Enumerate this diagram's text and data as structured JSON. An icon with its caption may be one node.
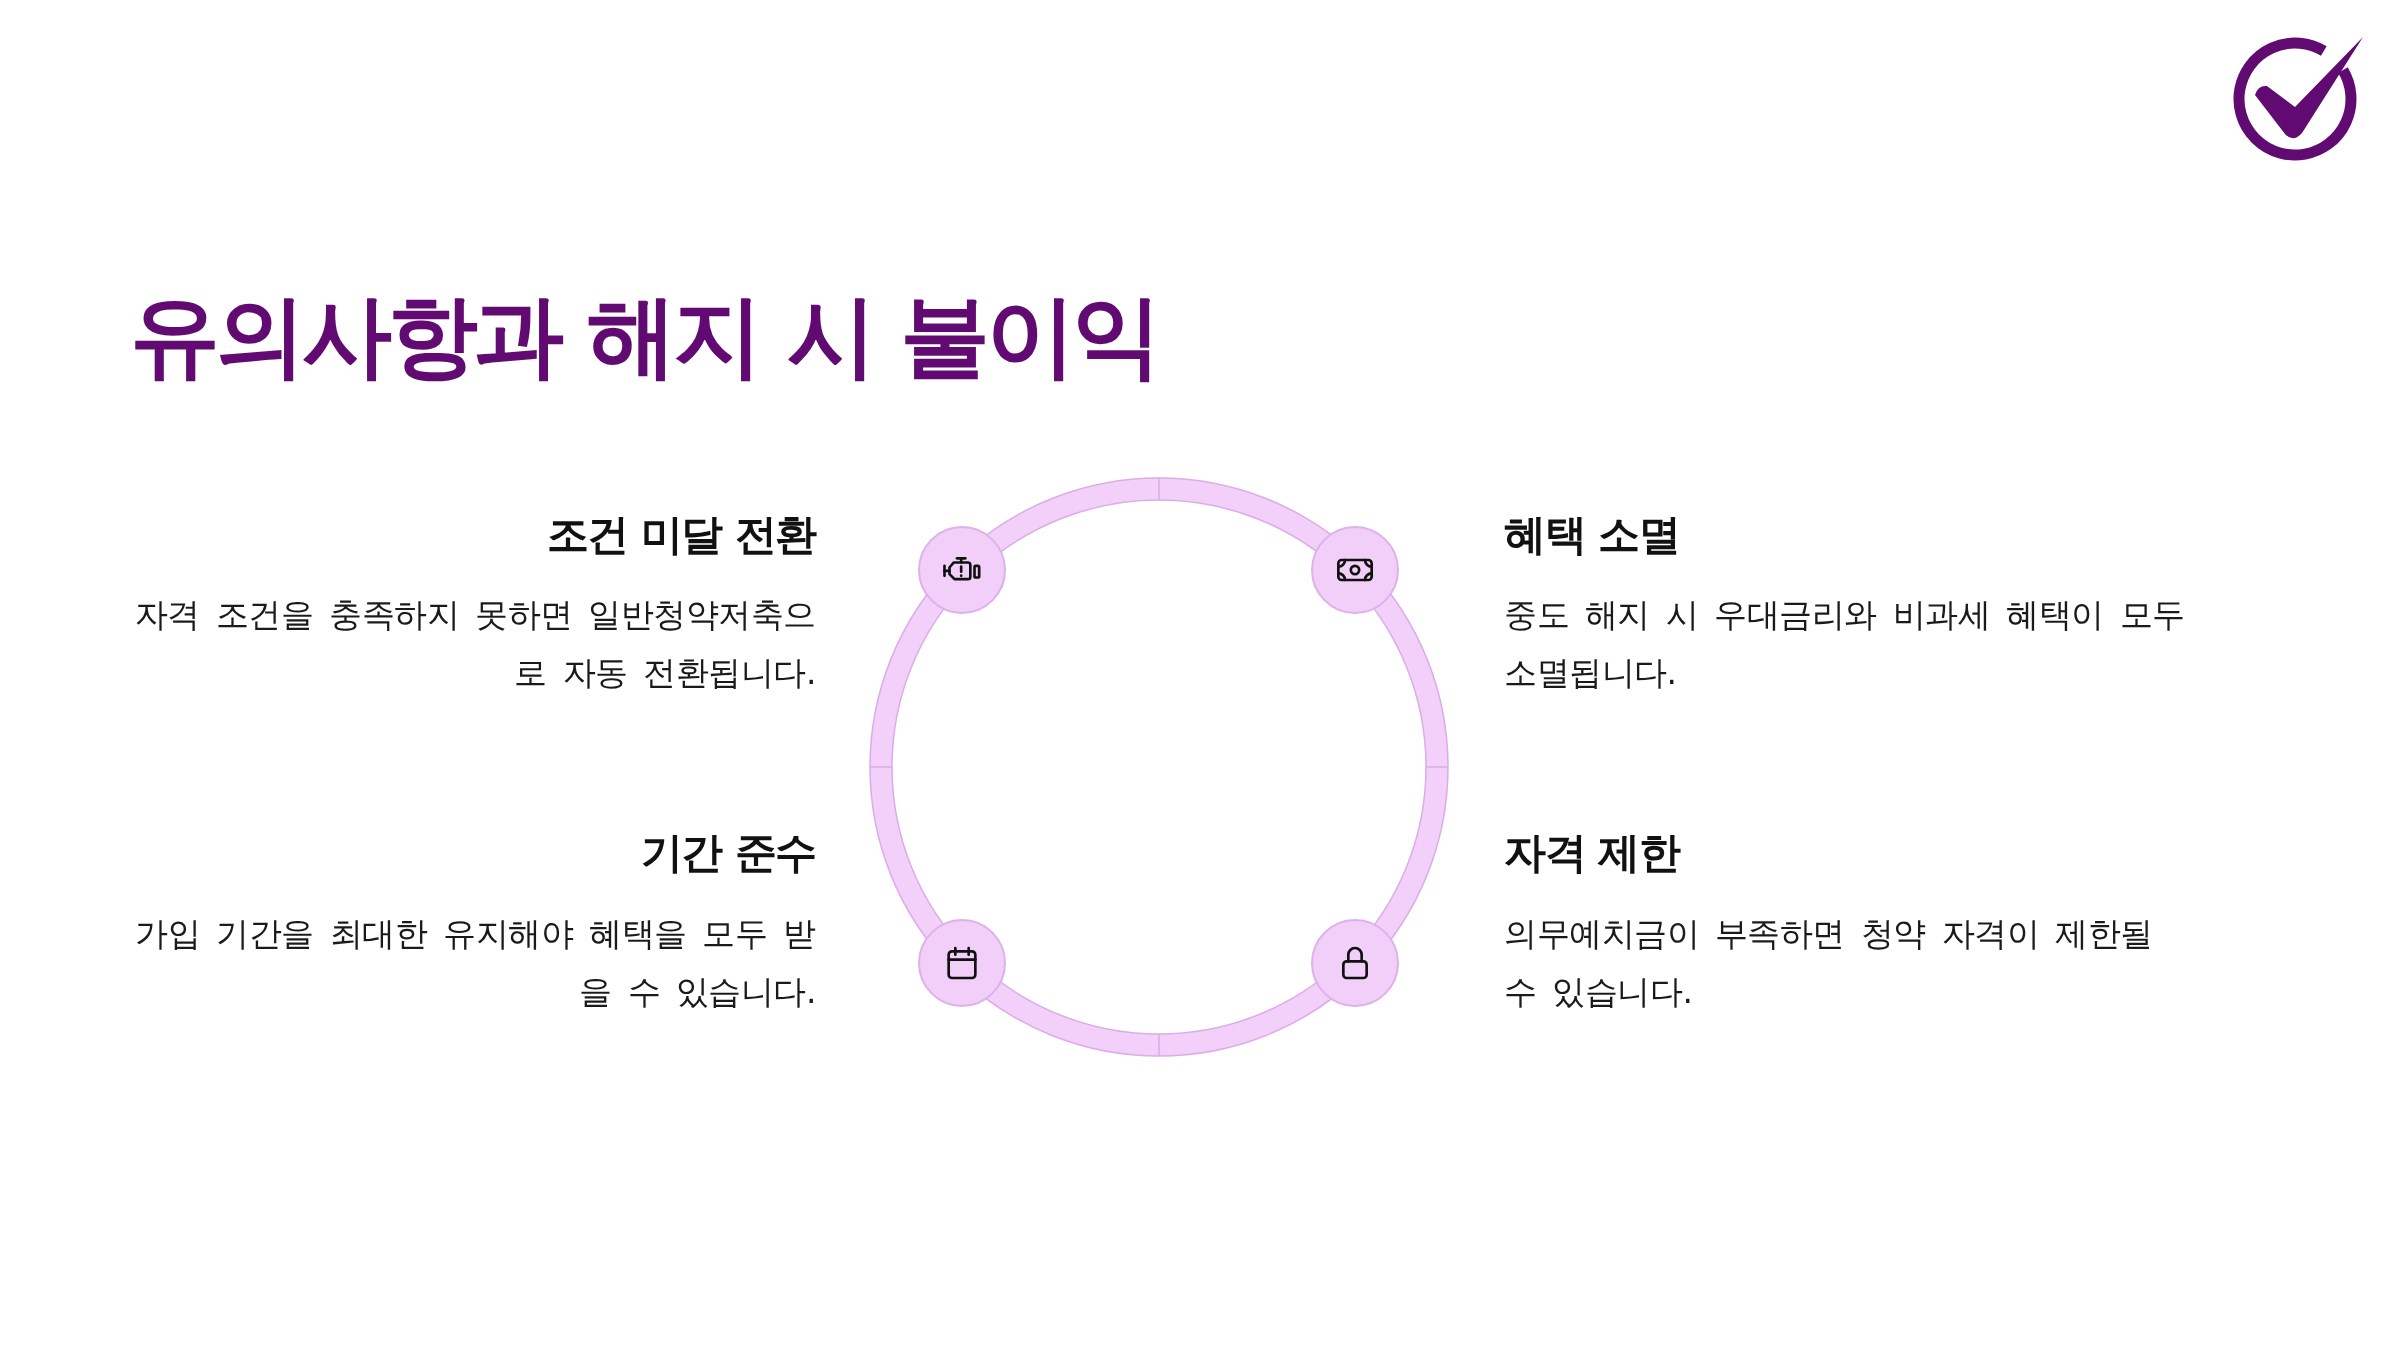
{
  "diagram": {
    "title": "유의사항과 해지 시 불이익",
    "nodes": [
      {
        "text": [],
        "shape": "circle",
        "beside": [
          "조건 미달 전환",
          "자격 조건을 충족하지 못하면 일반청약저축으로 자동 전환됩니다."
        ]
      },
      {
        "text": [],
        "shape": "circle",
        "beside": [
          "혜택 소멸",
          "중도 해지 시 우대금리와 비과세 혜택이 모두 소멸됩니다."
        ]
      },
      {
        "text": [],
        "shape": "circle",
        "beside": [
          "기간 준수",
          "가입 기간을 최대한 유지해야 혜택을 모두 받을 수 있습니다."
        ]
      },
      {
        "text": [],
        "shape": "circle",
        "beside": [
          "자격 제한",
          "의무예치금이 부족하면 청약 자격이 제한될 수 있습니다."
        ]
      }
    ]
  }
}
